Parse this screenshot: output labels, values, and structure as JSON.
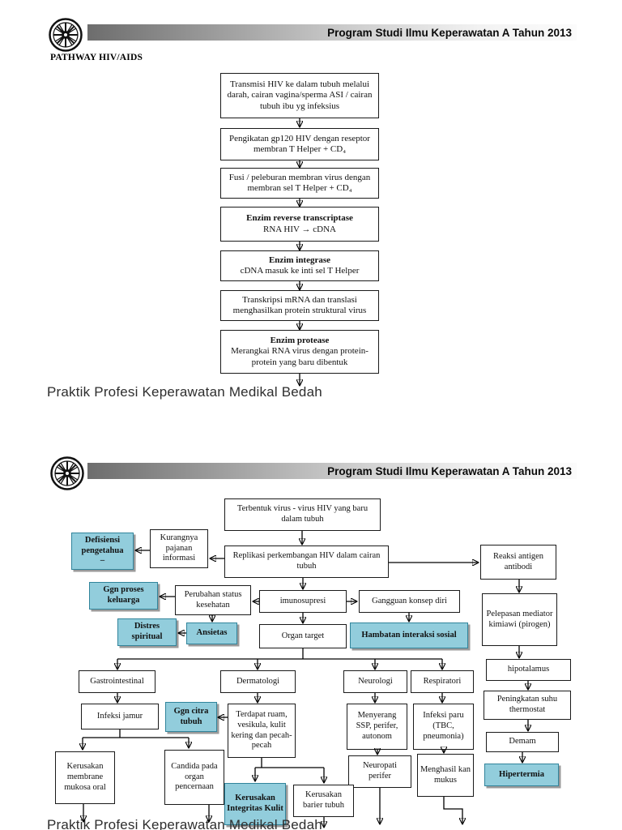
{
  "header": {
    "title": "Program Studi Ilmu Keperawatan A Tahun 2013",
    "logo": "university-seal-logo"
  },
  "colors": {
    "highlight_fill": "#92CDDC",
    "highlight_border": "#31849B",
    "box_border": "#000000",
    "header_bar_dark": "#6d6d6d",
    "header_bar_light": "#fbfbfb"
  },
  "slide1": {
    "heading": "PATHWAY HIV/AIDS",
    "caption": "Praktik Profesi Keperawatan Medikal Bedah",
    "flow": [
      {
        "title": "",
        "body": "Transmisi HIV ke dalam tubuh melalui darah, cairan vagina/sperma ASI / cairan tubuh ibu yg infeksius"
      },
      {
        "title": "",
        "body": "Pengikatan gp120  HIV dengan reseptor membran T Helper + CD₄"
      },
      {
        "title": "",
        "body": "Fusi / peleburan membran virus dengan membran sel  T  Helper + CD₄"
      },
      {
        "title": "Enzim reverse transcriptase",
        "body": "RNA HIV  → cDNA"
      },
      {
        "title": "Enzim integrase",
        "body": "cDNA masuk ke inti sel  T Helper"
      },
      {
        "title": "",
        "body": "Transkripsi mRNA dan translasi menghasilkan protein struktural virus"
      },
      {
        "title": "Enzim protease",
        "body": "Merangkai RNA virus dengan protein-protein yang baru dibentuk"
      }
    ]
  },
  "slide2": {
    "caption": "Praktik Profesi Keperawatan Medikal Bedah",
    "nodes": {
      "terbentuk": "Terbentuk virus - virus HIV yang baru dalam tubuh",
      "replikasi": "Replikasi perkembangan HIV dalam cairan tubuh",
      "kurangnya": "Kurangnya pajanan informasi",
      "defisiensi": {
        "label": "Defisiensi pengetahua",
        "sub": "–"
      },
      "reaksi": "Reaksi antigen antibodi",
      "ggn_proses": "Ggn proses keluarga",
      "perubahan": "Perubahan status kesehatan",
      "imunosupresi": "imunosupresi",
      "gangguan_konsep": "Gangguan konsep diri",
      "pelepasan": "Pelepasan mediator kimiawi (pirogen)",
      "distres": "Distres spiritual",
      "ansietas": "Ansietas",
      "organ_target": "Organ target",
      "hambatan": "Hambatan interaksi sosial",
      "hipotalamus": "hipotalamus",
      "gastrointestinal": "Gastrointestinal",
      "dermatologi": "Dermatologi",
      "neurologi": "Neurologi",
      "respiratori": "Respiratori",
      "peningkatan": "Peningkatan suhu thermostat",
      "infeksi_jamur": "Infeksi jamur",
      "ggn_citra": "Ggn citra tubuh",
      "terdapat_ruam": "Terdapat ruam, vesikula, kulit kering dan pecah-pecah",
      "menyerang": "Menyerang SSP, perifer, autonom",
      "infeksi_paru": "Infeksi paru (TBC, pneumonia)",
      "demam": "Demam",
      "hipertermia": "Hipertermia",
      "kerusakan_membrane": "Kerusakan membrane mukosa oral",
      "candida": "Candida pada organ pencernaan",
      "kerusakan_integritas": "Kerusakan Integritas Kulit",
      "kerusakan_barier": "Kerusakan barier tubuh",
      "neuropati": "Neuropati perifer",
      "menghasil": "Menghasil kan mukus"
    }
  }
}
